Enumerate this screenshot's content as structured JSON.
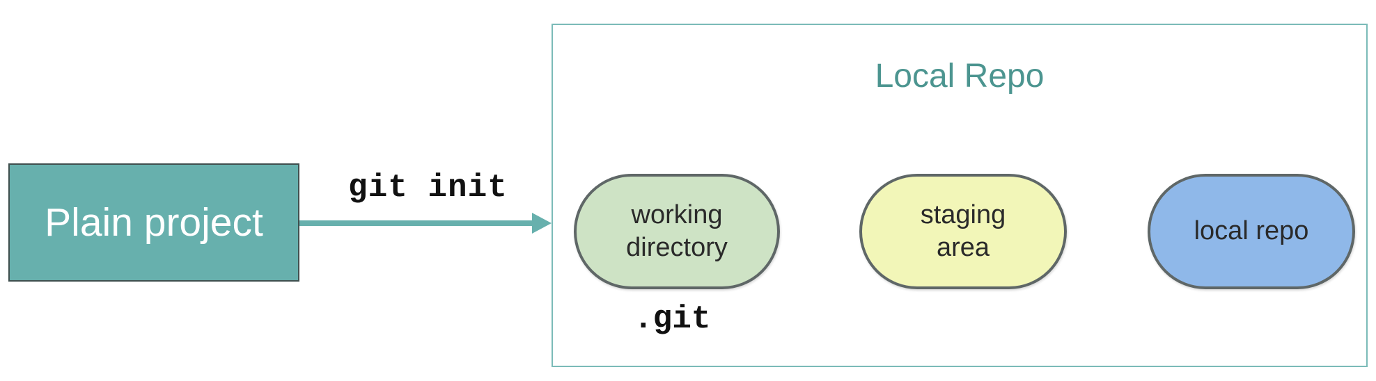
{
  "source": {
    "label": "Plain project",
    "fill_color": "#67b0ad"
  },
  "command": {
    "label": "git init"
  },
  "arrow": {
    "color": "#67b0ad"
  },
  "local_repo": {
    "title": "Local Repo",
    "frame_color": "#7bbbb8",
    "stages": [
      {
        "line1": "working",
        "line2": "directory",
        "fill_color": "#cee3c5"
      },
      {
        "line1": "staging",
        "line2": "area",
        "fill_color": "#f2f6b8"
      },
      {
        "line1": "local repo",
        "line2": "",
        "fill_color": "#8fb8e9"
      }
    ],
    "folder_label": ".git"
  }
}
